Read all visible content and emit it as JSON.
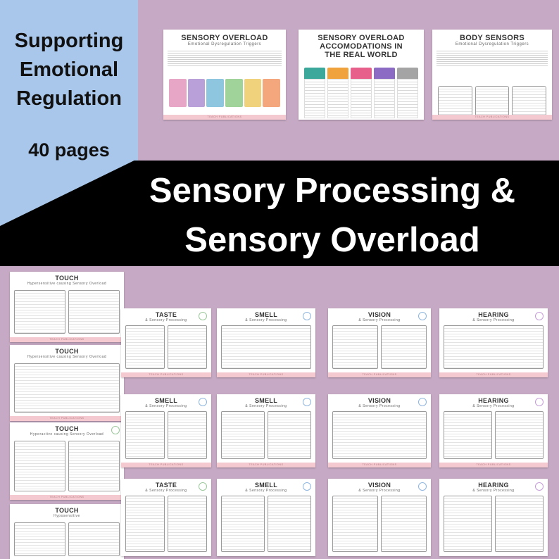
{
  "info": {
    "tagline_lines": [
      "Supporting",
      "Emotional",
      "Regulation"
    ],
    "pages_label": "40 pages"
  },
  "title": {
    "line1": "Sensory Processing &",
    "line2": "Sensory Overload"
  },
  "colors": {
    "background": "#c6a9c4",
    "info_panel": "#a9c7ea",
    "band": "#000000",
    "title_text": "#ffffff",
    "card_footer": "#f4c9cf"
  },
  "footer_text": "TEACH PUBLICATIONS",
  "featured": [
    {
      "title": "SENSORY OVERLOAD",
      "subtitle": "Emotional Dysregulation Triggers"
    },
    {
      "title": "SENSORY OVERLOAD ACCOMODATIONS IN THE REAL WORLD",
      "subtitle": ""
    },
    {
      "title": "BODY SENSORS",
      "subtitle": "Emotional Dysregulation Triggers"
    }
  ],
  "touch_cards": [
    {
      "title": "TOUCH",
      "subtitle": "Hypersensitive causing Sensory Overload"
    },
    {
      "title": "TOUCH",
      "subtitle": "Hypersensitive causing Sensory Overload"
    },
    {
      "title": "TOUCH",
      "subtitle": "Hyperactive causing Sensory Overload"
    },
    {
      "title": "TOUCH",
      "subtitle": "Hyposensitive"
    }
  ],
  "grid": [
    {
      "title": "TASTE",
      "subtitle": "& Sensory Processing"
    },
    {
      "title": "SMELL",
      "subtitle": "& Sensory Processing"
    },
    {
      "title": "VISION",
      "subtitle": "& Sensory Processing"
    },
    {
      "title": "HEARING",
      "subtitle": "& Sensory Processing"
    },
    {
      "title": "SMELL",
      "subtitle": "& Sensory Processing"
    },
    {
      "title": "SMELL",
      "subtitle": "& Sensory Processing"
    },
    {
      "title": "VISION",
      "subtitle": "& Sensory Processing"
    },
    {
      "title": "HEARING",
      "subtitle": "& Sensory Processing"
    },
    {
      "title": "TASTE",
      "subtitle": "& Sensory Processing"
    },
    {
      "title": "SMELL",
      "subtitle": "& Sensory Processing"
    },
    {
      "title": "VISION",
      "subtitle": "& Sensory Processing"
    },
    {
      "title": "HEARING",
      "subtitle": "& Sensory Processing"
    }
  ]
}
